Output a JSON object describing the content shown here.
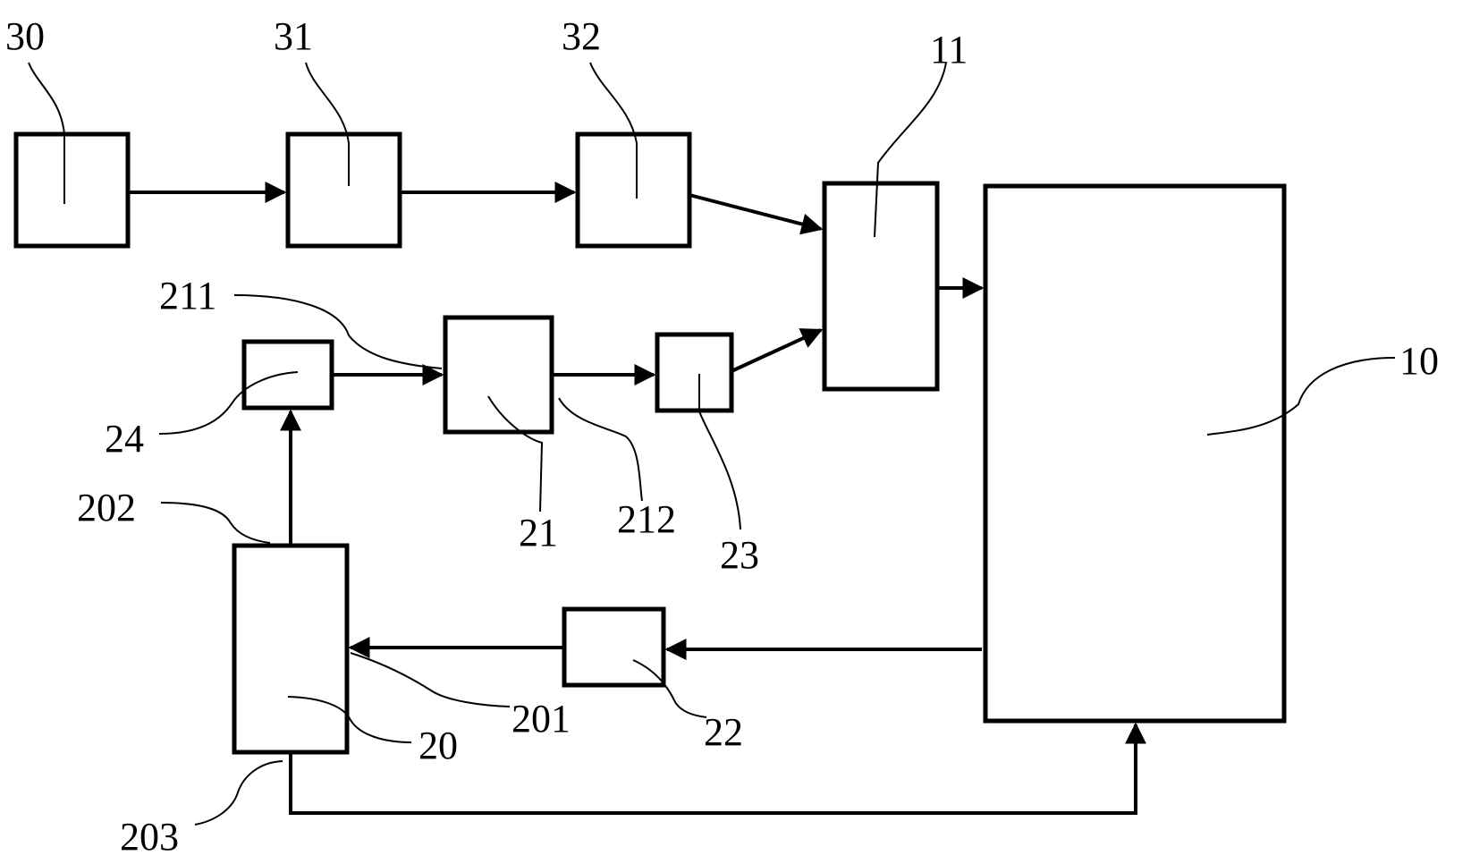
{
  "diagram": {
    "labels": {
      "n30": "30",
      "n31": "31",
      "n32": "32",
      "n11": "11",
      "n10": "10",
      "n211": "211",
      "n24": "24",
      "n21": "21",
      "n212": "212",
      "n23": "23",
      "n202": "202",
      "n201": "201",
      "n20": "20",
      "n22": "22",
      "n203": "203"
    },
    "colors": {
      "stroke": "#000000",
      "background": "#ffffff"
    }
  }
}
